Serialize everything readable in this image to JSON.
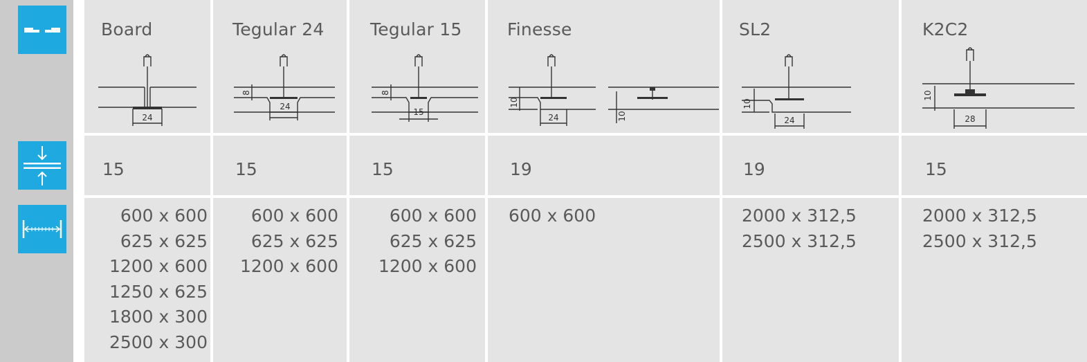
{
  "colors": {
    "accent": "#1ea9e1",
    "sidebar": "#cbcbcb",
    "cell": "#e4e4e4",
    "text": "#5a5a5a"
  },
  "icons": {
    "edge": "edge-profile-icon",
    "thickness": "thickness-icon",
    "dimensions": "dimensions-icon"
  },
  "columns": [
    {
      "name": "Board",
      "thickness": "15",
      "sizes": [
        "600 x 600",
        "625 x 625",
        "1200 x 600",
        "1250 x 625",
        "1800 x 300",
        "2500 x 300"
      ],
      "dims": [
        "24"
      ]
    },
    {
      "name": "Tegular 24",
      "thickness": "15",
      "sizes": [
        "600 x 600",
        "625 x 625",
        "1200 x 600"
      ],
      "dims": [
        "8",
        "24"
      ]
    },
    {
      "name": "Tegular 15",
      "thickness": "15",
      "sizes": [
        "600 x 600",
        "625 x 625",
        "1200 x 600"
      ],
      "dims": [
        "8",
        "15"
      ]
    },
    {
      "name": "Finesse",
      "thickness": "19",
      "sizes": [
        "600 x 600"
      ],
      "dims": [
        "10",
        "24",
        "10"
      ]
    },
    {
      "name": "SL2",
      "thickness": "19",
      "sizes": [
        "2000 x 312,5",
        "2500 x 312,5"
      ],
      "dims": [
        "10",
        "24"
      ]
    },
    {
      "name": "K2C2",
      "thickness": "15",
      "sizes": [
        "2000 x 312,5",
        "2500 x 312,5"
      ],
      "dims": [
        "10",
        "28"
      ]
    }
  ]
}
